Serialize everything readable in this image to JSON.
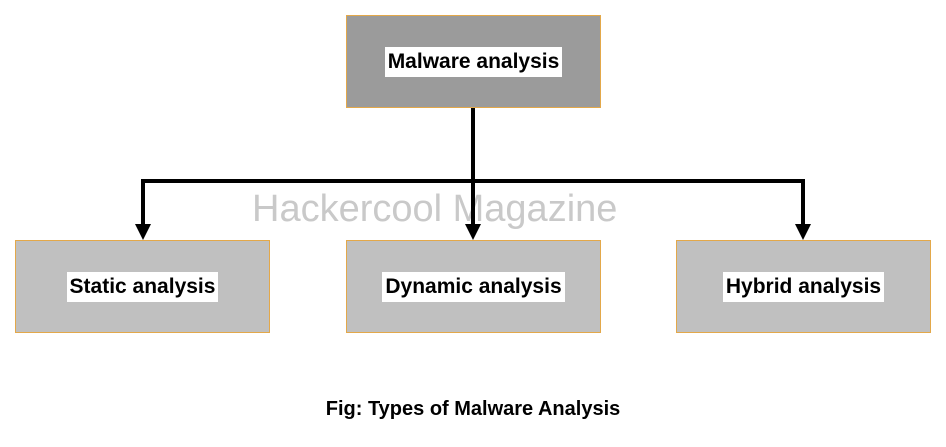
{
  "root": {
    "label": "Malware analysis"
  },
  "children": [
    {
      "label": "Static analysis"
    },
    {
      "label": "Dynamic analysis"
    },
    {
      "label": "Hybrid analysis"
    }
  ],
  "watermark": "Hackercool Magazine",
  "caption": "Fig: Types of Malware Analysis"
}
